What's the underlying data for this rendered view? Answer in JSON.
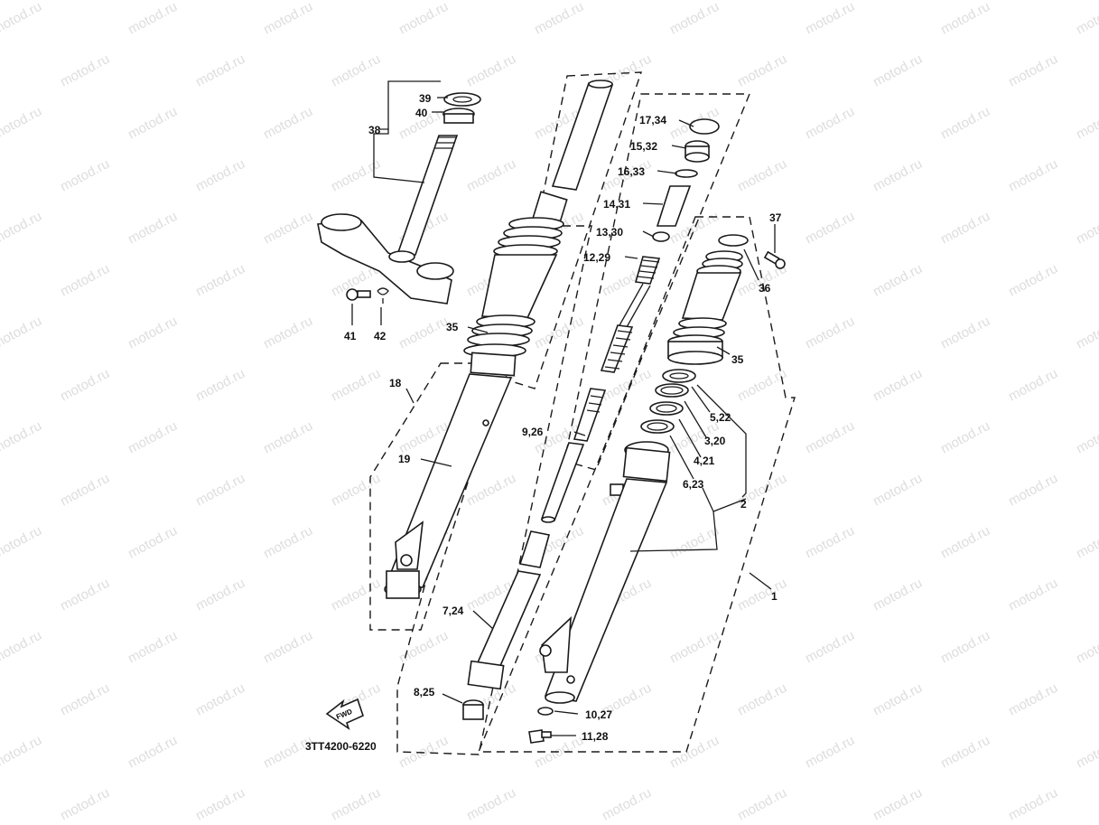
{
  "watermark": "motod.ru",
  "diagram_code": "3TT4200-6220",
  "fwd_label": "FWD",
  "callouts": [
    {
      "id": "c39",
      "text": "39"
    },
    {
      "id": "c40",
      "text": "40"
    },
    {
      "id": "c38",
      "text": "38"
    },
    {
      "id": "c41",
      "text": "41"
    },
    {
      "id": "c42",
      "text": "42"
    },
    {
      "id": "c35a",
      "text": "35"
    },
    {
      "id": "c18",
      "text": "18"
    },
    {
      "id": "c19",
      "text": "19"
    },
    {
      "id": "c1734",
      "text": "17,34"
    },
    {
      "id": "c1532",
      "text": "15,32"
    },
    {
      "id": "c1633",
      "text": "16,33"
    },
    {
      "id": "c1431",
      "text": "14,31"
    },
    {
      "id": "c1330",
      "text": "13,30"
    },
    {
      "id": "c1229",
      "text": "12,29"
    },
    {
      "id": "c37",
      "text": "37"
    },
    {
      "id": "c36",
      "text": "36"
    },
    {
      "id": "c35b",
      "text": "35"
    },
    {
      "id": "c522",
      "text": "5,22"
    },
    {
      "id": "c320",
      "text": "3,20"
    },
    {
      "id": "c421",
      "text": "4,21"
    },
    {
      "id": "c623",
      "text": "6,23"
    },
    {
      "id": "c2",
      "text": "2"
    },
    {
      "id": "c926",
      "text": "9,26"
    },
    {
      "id": "c1",
      "text": "1"
    },
    {
      "id": "c724",
      "text": "7,24"
    },
    {
      "id": "c825",
      "text": "8,25"
    },
    {
      "id": "c1027",
      "text": "10,27"
    },
    {
      "id": "c1128",
      "text": "11,28"
    }
  ],
  "colors": {
    "line": "#1a1a1a",
    "watermark": "#dddddd",
    "background": "#ffffff"
  }
}
